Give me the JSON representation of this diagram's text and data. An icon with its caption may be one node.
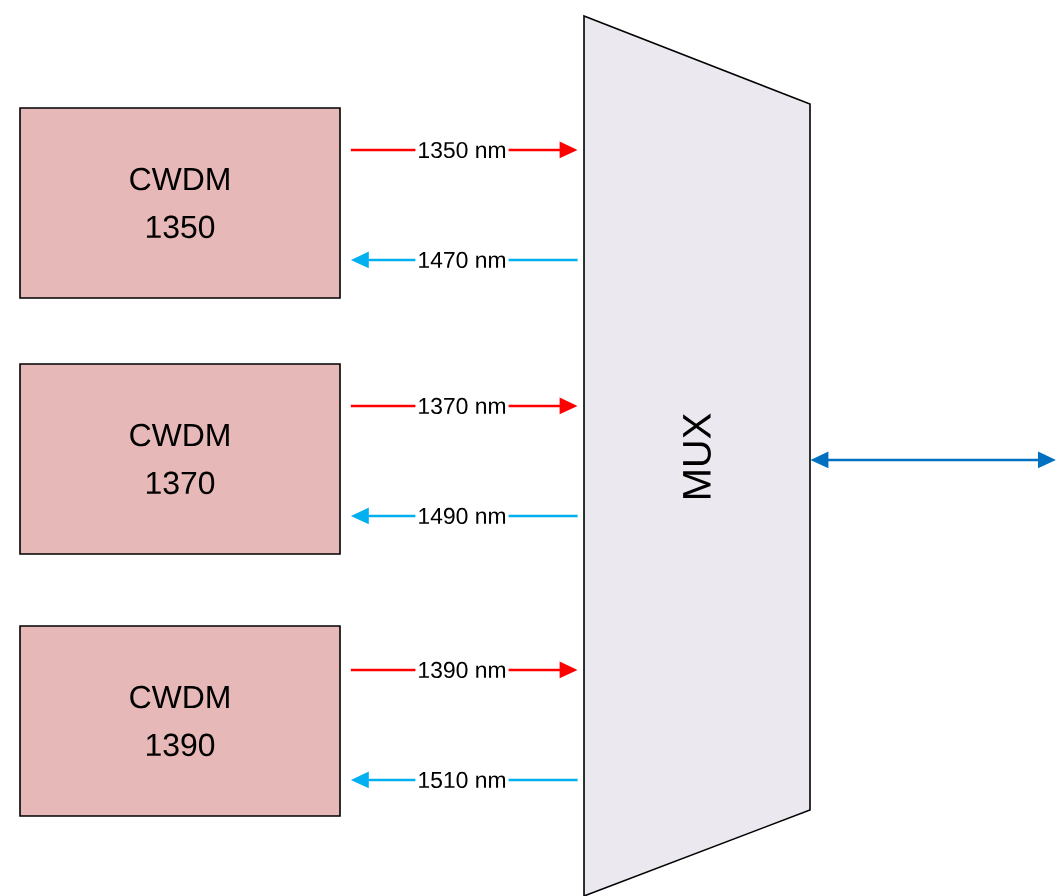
{
  "diagram": {
    "nodes": [
      {
        "text": [
          "CWDM 1350"
        ]
      },
      {
        "text": [
          "CWDM 1370"
        ]
      },
      {
        "text": [
          "CWDM 1390"
        ]
      },
      {
        "text": [
          "MUX"
        ]
      }
    ],
    "edges": [
      {
        "from": 0,
        "to": 3,
        "arrow": "to",
        "label": "1350 nm",
        "color": "#ff0000"
      },
      {
        "from": 3,
        "to": 0,
        "arrow": "to",
        "label": "1470 nm",
        "color": "#00b0f0"
      },
      {
        "from": 1,
        "to": 3,
        "arrow": "to",
        "label": "1370 nm",
        "color": "#ff0000"
      },
      {
        "from": 3,
        "to": 1,
        "arrow": "to",
        "label": "1490 nm",
        "color": "#00b0f0"
      },
      {
        "from": 2,
        "to": 3,
        "arrow": "to",
        "label": "1390 nm",
        "color": "#ff0000"
      },
      {
        "from": 3,
        "to": 2,
        "arrow": "to",
        "label": "1510 nm",
        "color": "#00b0f0"
      },
      {
        "from": 3,
        "to": null,
        "arrow": "both",
        "color": "#0070c0"
      }
    ]
  }
}
